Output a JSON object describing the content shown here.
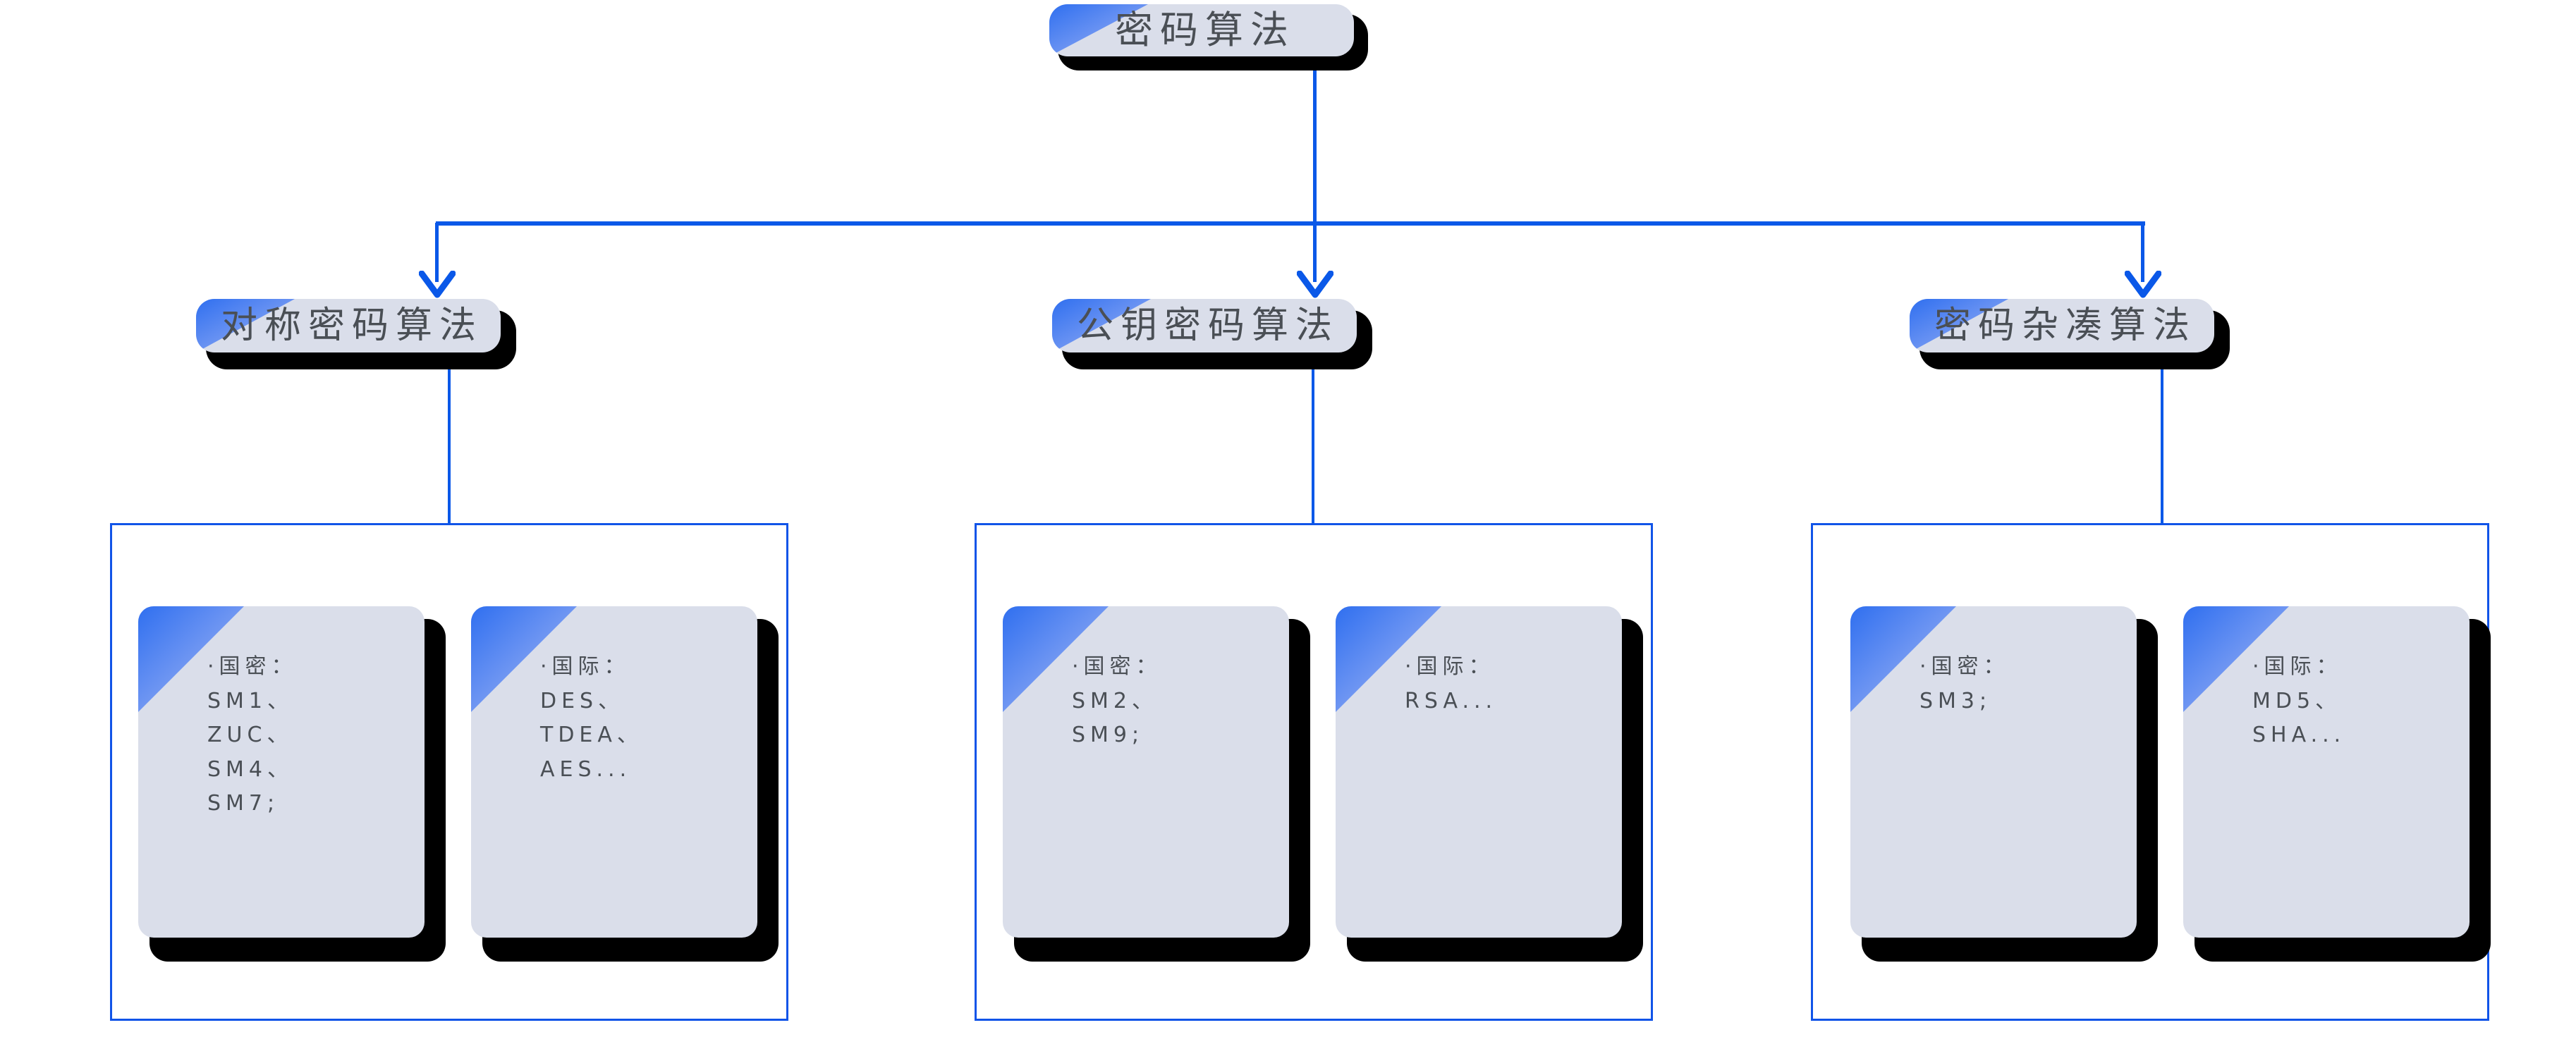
{
  "diagram": {
    "title": "密码算法",
    "type": "tree",
    "accent_color": "#0a58e8",
    "node_fill": "#dadeea",
    "node_text_color": "#4a4f55",
    "shadow_color": "#000000",
    "groupbox_border_color": "#1154e8",
    "root": {
      "label": "密码算法"
    },
    "branches": [
      {
        "id": "symmetric",
        "label": "对称密码算法",
        "leaves": [
          {
            "id": "sym-guomi",
            "heading": "·国密：",
            "items_text": "SM1、\nZUC、\nSM4、\nSM7;",
            "scope": "国密",
            "algorithms": [
              "SM1",
              "ZUC",
              "SM4",
              "SM7"
            ]
          },
          {
            "id": "sym-intl",
            "heading": "·国际：",
            "items_text": "DES、\nTDEA、\nAES...",
            "scope": "国际",
            "algorithms": [
              "DES",
              "TDEA",
              "AES..."
            ]
          }
        ]
      },
      {
        "id": "publickey",
        "label": "公钥密码算法",
        "leaves": [
          {
            "id": "pk-guomi",
            "heading": "·国密：",
            "items_text": "SM2、\nSM9;",
            "scope": "国密",
            "algorithms": [
              "SM2",
              "SM9"
            ]
          },
          {
            "id": "pk-intl",
            "heading": "·国际：",
            "items_text": "RSA...",
            "scope": "国际",
            "algorithms": [
              "RSA..."
            ]
          }
        ]
      },
      {
        "id": "hash",
        "label": "密码杂凑算法",
        "leaves": [
          {
            "id": "hash-guomi",
            "heading": "·国密：",
            "items_text": "SM3;",
            "scope": "国密",
            "algorithms": [
              "SM3"
            ]
          },
          {
            "id": "hash-intl",
            "heading": "·国际：",
            "items_text": "MD5、\nSHA...",
            "scope": "国际",
            "algorithms": [
              "MD5",
              "SHA..."
            ]
          }
        ]
      }
    ]
  }
}
